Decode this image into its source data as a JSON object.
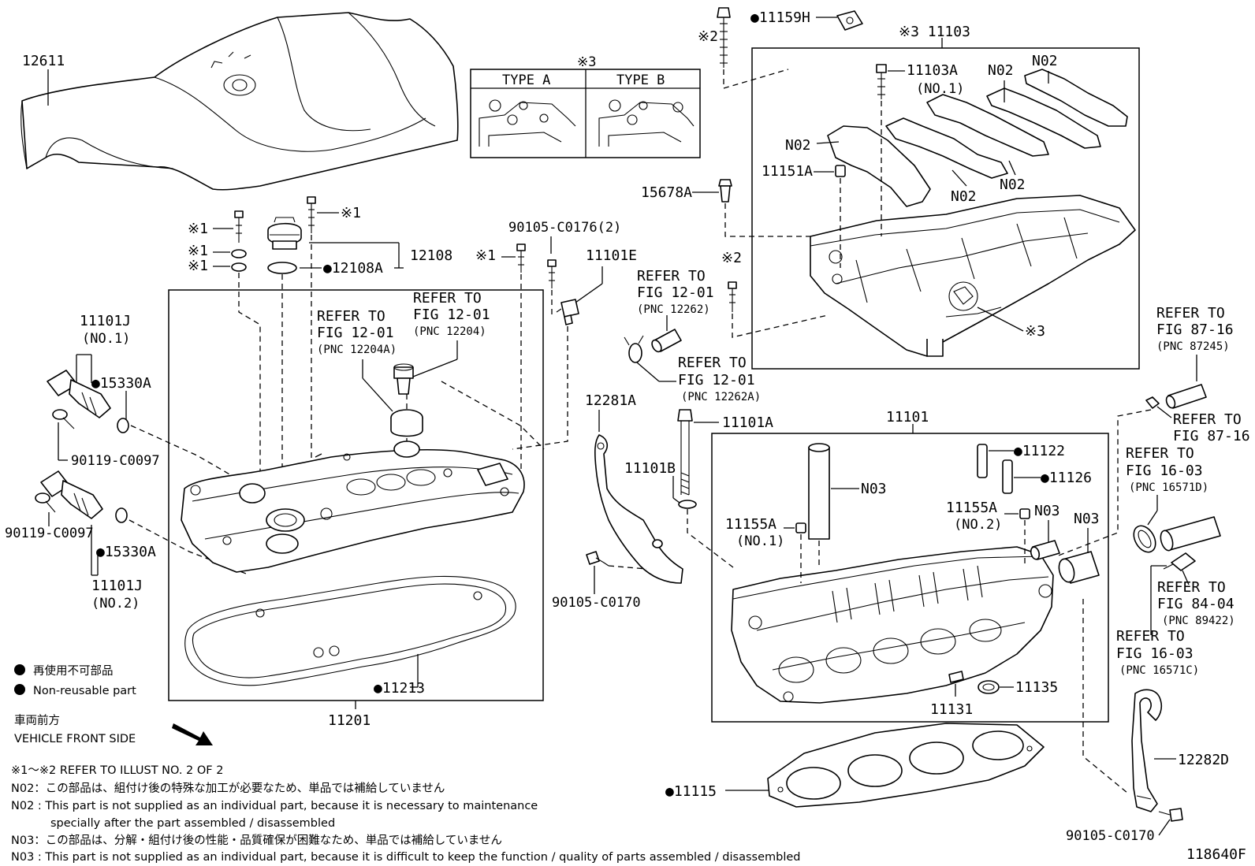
{
  "labels": {
    "p12611": "12611",
    "type_ref": "※3",
    "type_a": "TYPE A",
    "type_b": "TYPE B",
    "p11159h": "●11159H",
    "ref2_top": "※2",
    "p11103": "※3 11103",
    "p11103a": "11103A",
    "p11103a_sub": "(NO.1)",
    "n02_a": "N02",
    "n02_b": "N02",
    "n02_c": "N02",
    "n02_d": "N02",
    "n02_e": "N02",
    "p11151a": "11151A",
    "p15678a": "15678A",
    "ref1_a": "※1",
    "ref1_b": "※1",
    "ref1_c": "※1",
    "ref1_d": "※1",
    "ref1_e": "※1",
    "p12108": "12108",
    "p12108a": "●12108A",
    "p90105_c0176": "90105-C0176(2)",
    "p11101e": "11101E",
    "ref_fig1201_a1": "REFER TO",
    "ref_fig1201_a2": "FIG 12-01",
    "ref_fig1201_a3": "(PNC 12262)",
    "ref2_mid": "※2",
    "ref3_mid": "※3",
    "ref_fig8716_a1": "REFER TO",
    "ref_fig8716_a2": "FIG 87-16",
    "ref_fig8716_a3": "(PNC 87245)",
    "ref_fig8716_b1": "REFER TO",
    "ref_fig8716_b2": "FIG 87-16",
    "p11101j_1": "11101J",
    "p11101j_1_sub": "(NO.1)",
    "p15330a_1": "●15330A",
    "p90119_1": "90119-C0097",
    "p90119_2": "90119-C0097",
    "p15330a_2": "●15330A",
    "p11101j_2": "11101J",
    "p11101j_2_sub": "(NO.2)",
    "ref_12204a_1": "REFER TO",
    "ref_12204a_2": "FIG 12-01",
    "ref_12204a_3": "(PNC 12204A)",
    "ref_12204_1": "REFER TO",
    "ref_12204_2": "FIG 12-01",
    "ref_12204_3": "(PNC 12204)",
    "ref_12262a_1": "REFER TO",
    "ref_12262a_2": "FIG 12-01",
    "ref_12262a_3": "(PNC 12262A)",
    "p12281a": "12281A",
    "p11101a": "11101A",
    "p11101": "11101",
    "p11101b": "11101B",
    "p11122": "●11122",
    "p11126": "●11126",
    "n03_a": "N03",
    "n03_b": "N03",
    "n03_c": "N03",
    "p11155a_2": "11155A",
    "p11155a_2_sub": "(NO.2)",
    "p11155a_1": "11155A",
    "p11155a_1_sub": "(NO.1)",
    "ref_16571d_1": "REFER TO",
    "ref_16571d_2": "FIG 16-03",
    "ref_16571d_3": "(PNC 16571D)",
    "ref_89422_1": "REFER TO",
    "ref_89422_2": "FIG 84-04",
    "ref_89422_3": "(PNC 89422)",
    "ref_16571c_1": "REFER TO",
    "ref_16571c_2": "FIG 16-03",
    "ref_16571c_3": "(PNC 16571C)",
    "p90105_c0170_a": "90105-C0170",
    "p11213": "●11213",
    "p11201": "11201",
    "p11135": "11135",
    "p11131": "11131",
    "p12282d": "12282D",
    "p11115": "●11115",
    "p90105_c0170_b": "90105-C0170",
    "fig_no": "118640F"
  },
  "legend": {
    "nonreusable_jp": "再使用不可部品",
    "nonreusable_en": "Non-reusable part",
    "front_jp": "車両前方",
    "front_en": "VEHICLE FRONT SIDE"
  },
  "notes": {
    "ref_illust": "※1～※2  REFER TO ILLUST NO. 2 OF 2",
    "n02_jp": "N02：この部品は、組付け後の特殊な加工が必要なため、単品では補給していません",
    "n02_en_1": "N02 : This part is not supplied as an individual part, because it is necessary to maintenance",
    "n02_en_2": "specially after the part assembled / disassembled",
    "n03_jp": "N03：この部品は、分解・組付け後の性能・品質確保が困難なため、単品では補給していません",
    "n03_en": "N03 : This part is not supplied as an individual part, because it is difficult to keep the function / quality of parts  assembled / disassembled"
  }
}
